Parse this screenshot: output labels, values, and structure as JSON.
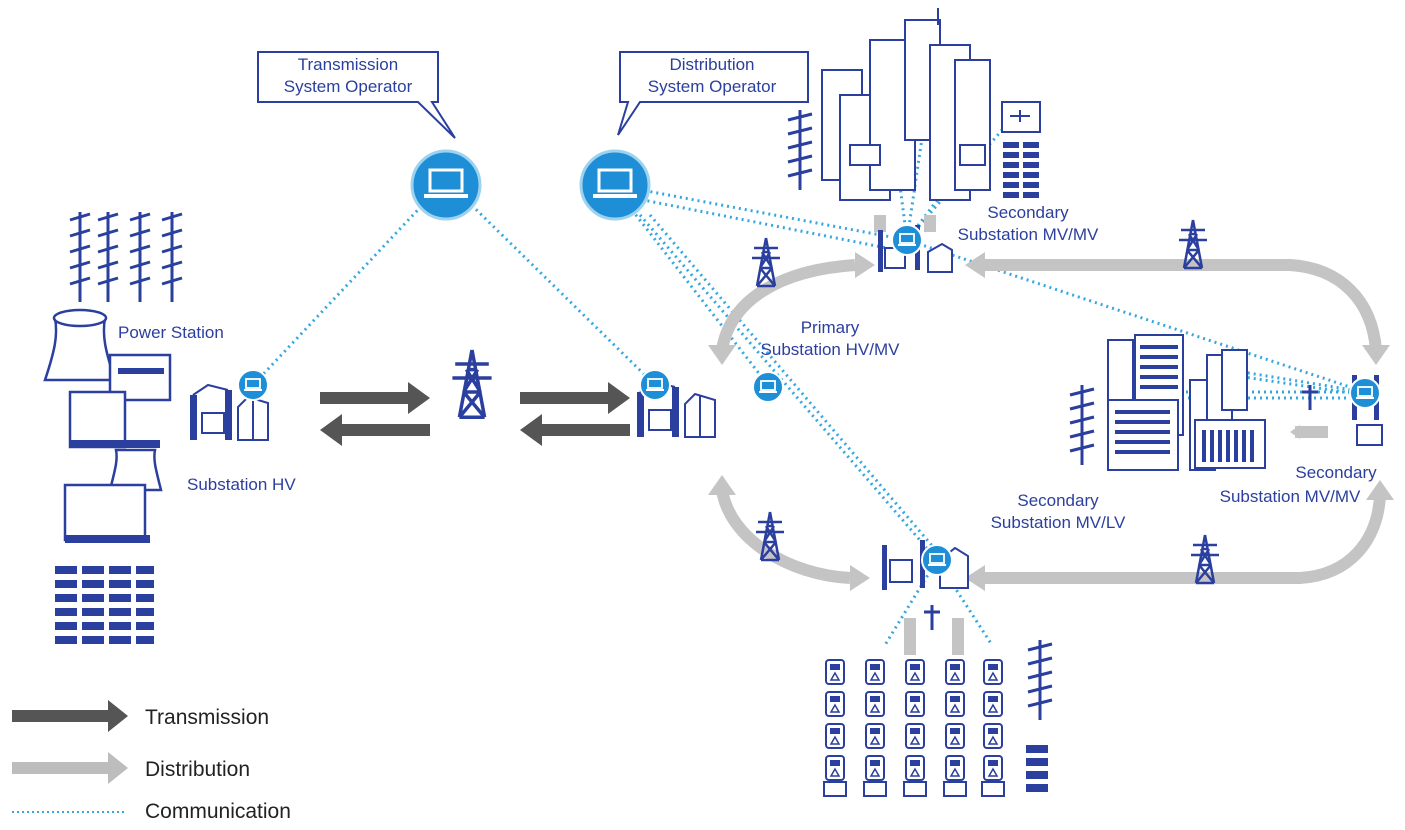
{
  "colors": {
    "equipment": "#2b3f9e",
    "operator_node": "#1e8fd6",
    "transmission": "#555555",
    "distribution": "#bdbdbd",
    "communication": "#35a7e0"
  },
  "operators": {
    "tso": {
      "line1": "Transmission",
      "line2": "System Operator",
      "icon": "laptop-icon"
    },
    "dso": {
      "line1": "Distribution",
      "line2": "System Operator",
      "icon": "laptop-icon"
    }
  },
  "nodes": {
    "power_station": "Power Station",
    "substation_hv": "Substation  HV",
    "primary_line1": "Primary",
    "primary_line2": "Substation HV/MV",
    "sec_mvmv_top_line1": "Secondary",
    "sec_mvmv_top_line2": "Substation  MV/MV",
    "sec_mvlv_line1": "Secondary",
    "sec_mvlv_line2": "Substation MV/LV",
    "sec_mvmv_right_line1": "Secondary",
    "sec_mvmv_right_line2": "Substation  MV/MV"
  },
  "legend": {
    "transmission": "Transmission",
    "distribution": "Distribution",
    "communication": "Communication"
  }
}
